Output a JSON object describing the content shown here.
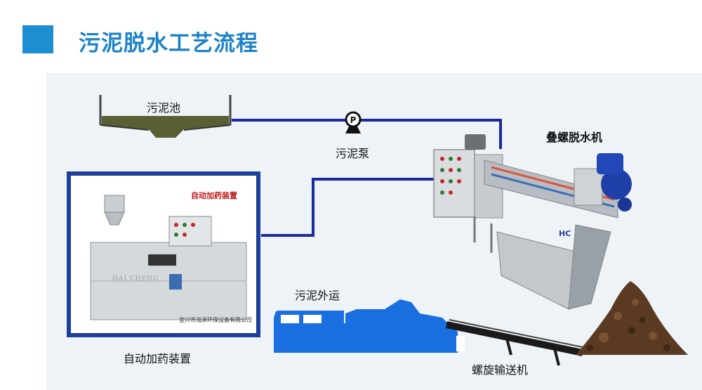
{
  "header": {
    "title": "污泥脱水工艺流程"
  },
  "labels": {
    "sludge_tank": "污泥池",
    "sludge_pump": "污泥泵",
    "dewatering_machine": "叠螺脱水机",
    "sludge_transport": "污泥外运",
    "dosing_device": "自动加药装置",
    "screw_conveyor": "螺旋输送机"
  },
  "photo": {
    "caption_top": "自动加药装置",
    "caption_bottom": "宜兴市海承环保设备有限公司",
    "brand": "HAI CHENG"
  },
  "colors": {
    "accent": "#1d8fd1",
    "pipe": "#1a2a9e",
    "truck": "#1a6fe0",
    "frame": "#1d3f99"
  }
}
